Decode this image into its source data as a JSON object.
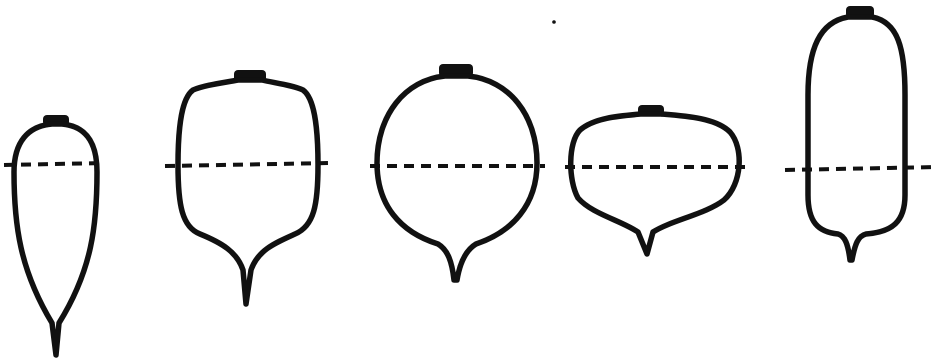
{
  "colors": {
    "ink": "#111111",
    "background": "#ffffff"
  },
  "shapes": [
    {
      "id": "shape-1",
      "form": "long-tapered"
    },
    {
      "id": "shape-2",
      "form": "square-rounded"
    },
    {
      "id": "shape-3",
      "form": "globe"
    },
    {
      "id": "shape-4",
      "form": "flat-oval"
    },
    {
      "id": "shape-5",
      "form": "cylindrical"
    }
  ]
}
